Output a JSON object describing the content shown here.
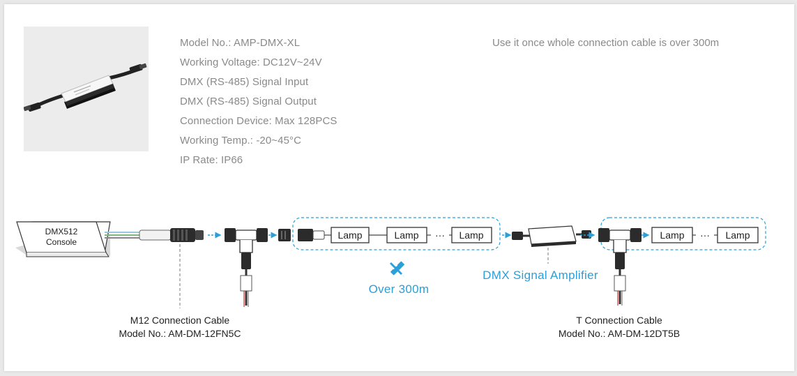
{
  "specs": [
    "Model No.: AMP-DMX-XL",
    "Working Voltage: DC12V~24V",
    "DMX (RS-485) Signal Input",
    "DMX (RS-485) Signal Output",
    "Connection Device: Max 128PCS",
    "Working Temp.: -20~45°C",
    "IP Rate: IP66"
  ],
  "note": "Use it once whole connection cable is over 300m",
  "diagram": {
    "console_line1": "DMX512",
    "console_line2": "Console",
    "lamp_label": "Lamp",
    "dots": "···",
    "distance_label": "Over 300m",
    "amplifier_label": "DMX Signal Amplifier",
    "m12_caption_line1": "M12 Connection Cable",
    "m12_caption_line2": "Model No.: AM-DM-12FN5C",
    "t_caption_line1": "T Connection Cable",
    "t_caption_line2": "Model No.: AM-DM-12DT5B"
  },
  "colors": {
    "accent": "#2a9fd8",
    "text_gray": "#8a8a8a",
    "cable_red": "#d64545"
  },
  "icons": [
    "pencil-ruler-icon"
  ]
}
